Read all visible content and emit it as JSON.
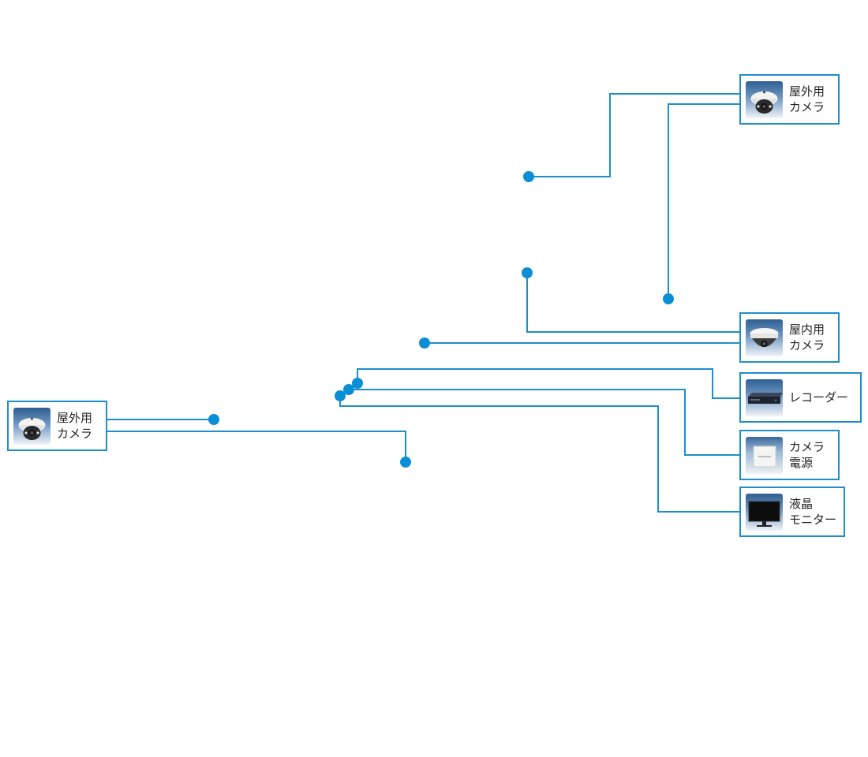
{
  "colors": {
    "wire": "#1e8fca",
    "node": "#0a8fd6",
    "card_border": "#1e8fca",
    "background": "#ffffff"
  },
  "devices": {
    "outdoor_camera_top": {
      "line1": "屋外用",
      "line2": "カメラ",
      "icon": "dome-camera-outdoor-icon"
    },
    "indoor_camera": {
      "line1": "屋内用",
      "line2": "カメラ",
      "icon": "dome-camera-indoor-icon"
    },
    "recorder": {
      "line1": "レコーダー",
      "line2": "",
      "icon": "recorder-icon"
    },
    "camera_power": {
      "line1": "カメラ",
      "line2": "電源",
      "icon": "power-supply-icon"
    },
    "lcd_monitor": {
      "line1": "液晶",
      "line2": "モニター",
      "icon": "lcd-monitor-icon"
    },
    "outdoor_camera_left": {
      "line1": "屋外用",
      "line2": "カメラ",
      "icon": "dome-camera-outdoor-icon"
    }
  }
}
